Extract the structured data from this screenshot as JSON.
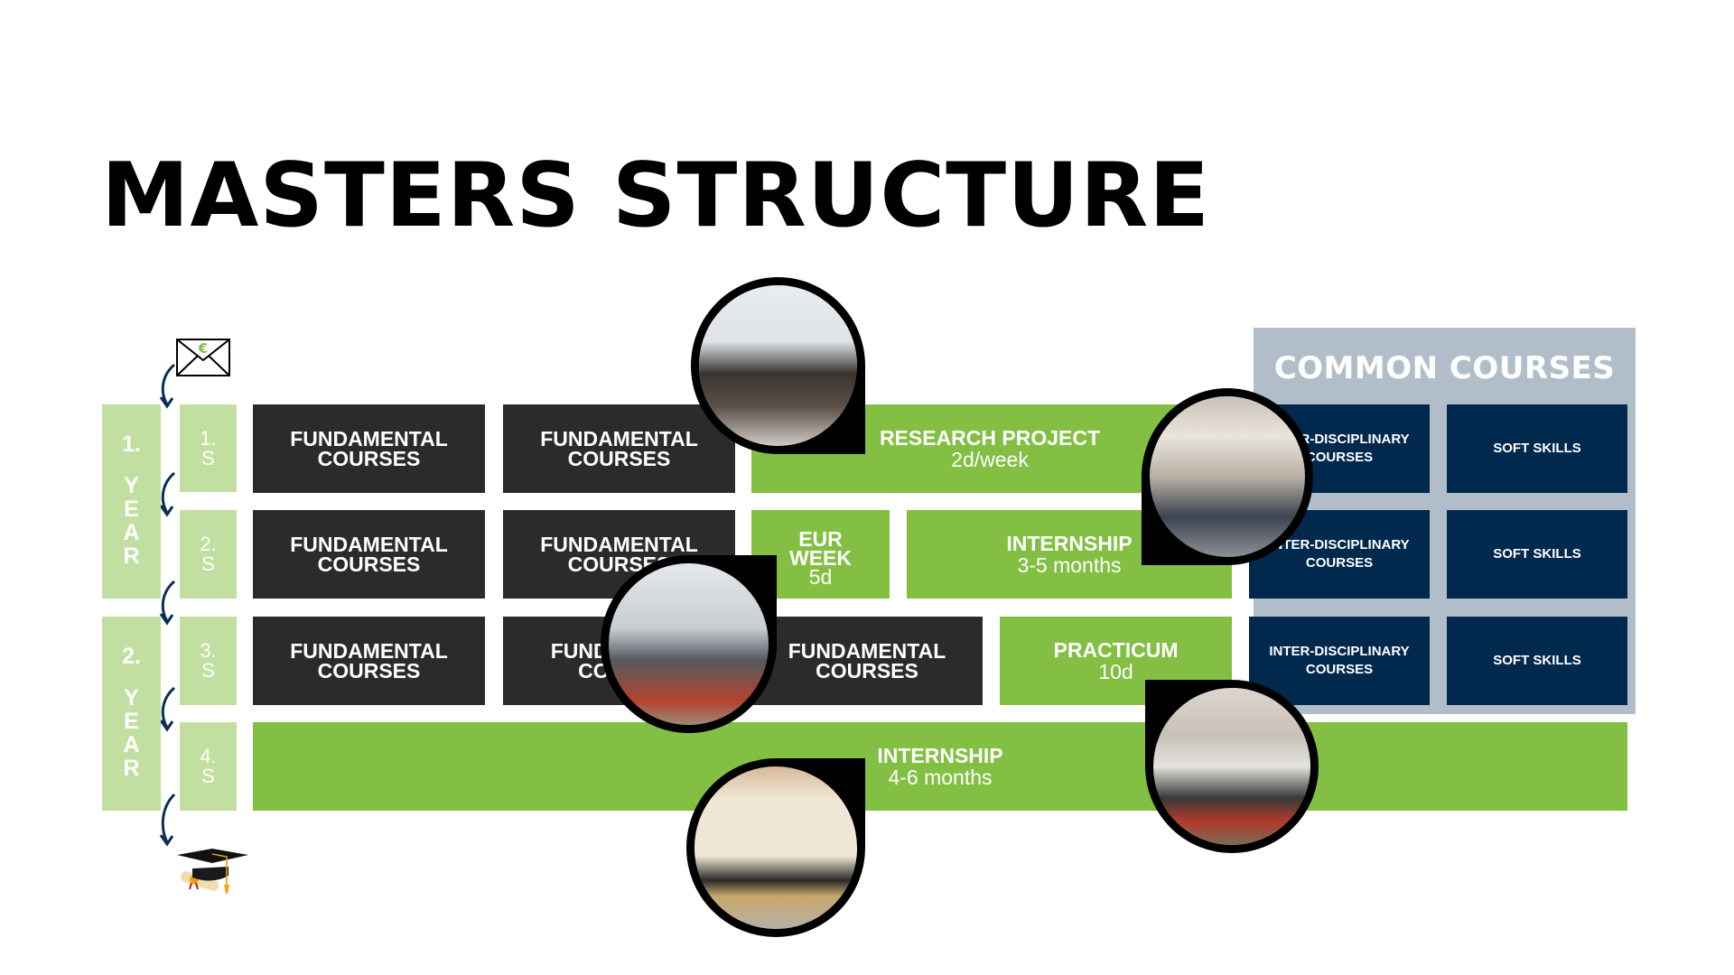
{
  "title": "MASTERS STRUCTURE",
  "years": [
    {
      "number": "1.",
      "label": "YEAR"
    },
    {
      "number": "2.",
      "label": "YEAR"
    }
  ],
  "semesters": [
    {
      "number": "1.",
      "label": "S"
    },
    {
      "number": "2.",
      "label": "S"
    },
    {
      "number": "3.",
      "label": "S"
    },
    {
      "number": "4.",
      "label": "S"
    }
  ],
  "fundamental": {
    "line1": "FUNDAMENTAL",
    "line2": "COURSES"
  },
  "research_project": {
    "title": "RESEARCH PROJECT",
    "duration": "2d/week"
  },
  "eur_week": {
    "line1": "EUR",
    "line2": "WEEK",
    "duration": "5d"
  },
  "internship_short": {
    "title": "INTERNSHIP",
    "duration": "3-5 months"
  },
  "practicum": {
    "title": "PRACTICUM",
    "duration": "10d"
  },
  "internship_long": {
    "title": "INTERNSHIP",
    "duration": "4-6 months"
  },
  "common_courses": {
    "title": "COMMON COURSES",
    "interdisciplinary": {
      "line1": "INTER-DISCIPLINARY",
      "line2": "COURSES"
    },
    "soft_skills": "SOFT SKILLS"
  },
  "photos": [
    {
      "name": "group-photo",
      "description": "Students group photo in corridor"
    },
    {
      "name": "university-genova-photo",
      "description": "Group in front of Università di Genova"
    },
    {
      "name": "lab-visit-photo",
      "description": "Visitors in laboratory"
    },
    {
      "name": "classroom-lab-photo",
      "description": "Students working with microscopes"
    },
    {
      "name": "intern-desk-photo",
      "description": "Student at computer desk"
    }
  ],
  "colors": {
    "green": "#82bf42",
    "light_green": "#c2dfa2",
    "dark": "#2b2b2b",
    "navy": "#01284d",
    "gray_panel": "#b1bec9",
    "arrow": "#0b2f52"
  }
}
